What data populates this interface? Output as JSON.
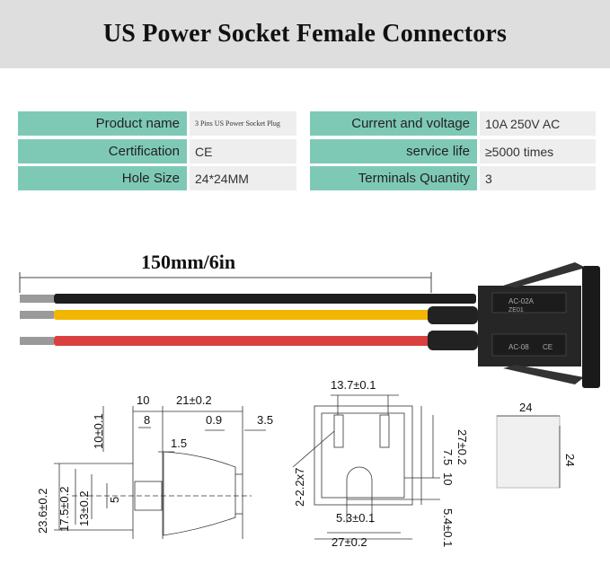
{
  "title": "US Power Socket Female Connectors",
  "specs": [
    {
      "key": "Product name",
      "value": "3 Pins US Power Socket Plug"
    },
    {
      "key": "Current and voltage",
      "value": "10A 250V AC"
    },
    {
      "key": "Certification",
      "value": "CE"
    },
    {
      "key": "service life",
      "value": "≥5000 times"
    },
    {
      "key": "Hole Size",
      "value": "24*24MM"
    },
    {
      "key": "Terminals Quantity",
      "value": "3"
    }
  ],
  "wire_length": "150mm/6in",
  "socket_marks": {
    "m1": "AC-02A",
    "m2": "ZE01",
    "m3": "AC-08",
    "m4": "CE"
  },
  "side_view": {
    "d10": "10",
    "d21": "21±0.2",
    "d8": "8",
    "d09": "0.9",
    "d35": "3.5",
    "d15": "1.5",
    "d10v": "10±0.1",
    "d236": "23.6±0.2",
    "d175": "17.5±0.2",
    "d13": "13±0.2",
    "d5": "5"
  },
  "front_view": {
    "d137": "13.7±0.1",
    "d75": "7.5",
    "d10": "10",
    "d27v": "27±0.2",
    "d22": "2-2.2x7",
    "d53": "5.3±0.1",
    "d27h": "27±0.2",
    "d54": "5.4±0.1"
  },
  "hole_view": {
    "w": "24",
    "h": "24"
  },
  "colors": {
    "banner": "#dedede",
    "key_bg": "#7ec9b6",
    "value_bg": "#eeeeee",
    "wire_black": "#1e1e1e",
    "wire_yellow": "#f2b500",
    "wire_red": "#d9403f"
  }
}
